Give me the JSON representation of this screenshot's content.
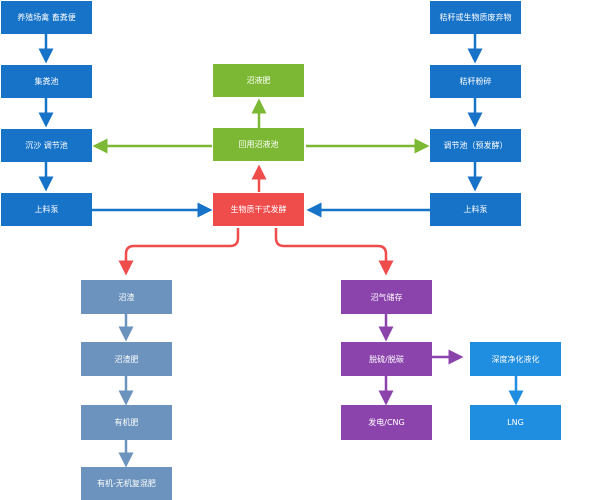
{
  "left_column": [
    "养殖场禽 畜粪便",
    "集粪池",
    "沉沙 调节池",
    "上料泵"
  ],
  "right_column": [
    "秸秆或生物质废弃物",
    "秸秆粉碎",
    "调节池（预发酵）",
    "上料泵"
  ],
  "center": {
    "top": "沼液肥",
    "middle": "回用沼液池",
    "core": "生物质干式发酵"
  },
  "residue_branch": [
    "沼渣",
    "沼渣肥",
    "有机肥",
    "有机-无机复混肥"
  ],
  "gas_branch": {
    "storage": "沼气储存",
    "desulfurize": "脱硫/脱碳",
    "power": "发电/CNG",
    "purify": "深度净化液化",
    "lng": "LNG"
  },
  "colors": {
    "blue": "#1773c8",
    "green": "#7cb833",
    "red": "#ef4c4c",
    "steel": "#6b93bd",
    "purple": "#8c44ad",
    "light_blue": "#1f8de0"
  }
}
